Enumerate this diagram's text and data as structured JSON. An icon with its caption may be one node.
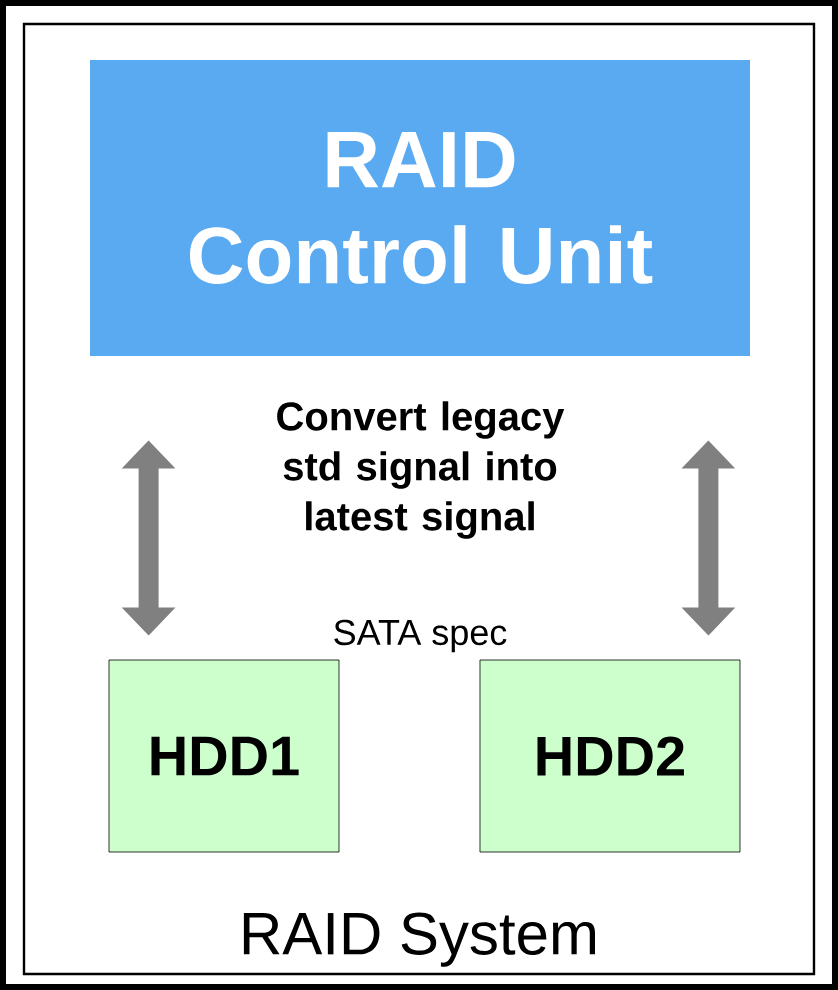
{
  "diagram": {
    "nodes": [
      {
        "text": [
          "RAID System"
        ]
      },
      {
        "text": [
          "RAID Control Unit"
        ],
        "in": 0
      },
      {
        "text": [
          "HDD1"
        ],
        "in": 0
      },
      {
        "text": [
          "HDD2"
        ],
        "in": 0
      }
    ],
    "edges": [
      {
        "from": 1,
        "to": 2,
        "arrow": "both",
        "color": "#808080"
      },
      {
        "from": 1,
        "to": 3,
        "arrow": "both",
        "color": "#808080"
      }
    ],
    "labels": [
      "Convert legacy std signal into latest signal",
      "SATA spec"
    ]
  }
}
